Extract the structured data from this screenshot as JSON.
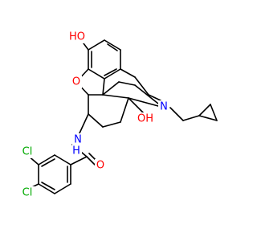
{
  "molecule": {
    "atom_labels": {
      "hydroxyl_top": "HO",
      "ether_oxygen": "O",
      "amine_nitrogen": "N",
      "hydroxyl_bridge": "OH",
      "amide_nitrogen": "N",
      "amide_hydrogen": "H",
      "carbonyl_oxygen": "O",
      "chlorine_upper": "Cl",
      "chlorine_lower": "Cl"
    },
    "colors": {
      "bond": "#000000",
      "oxygen": "#ff0000",
      "nitrogen": "#0000ff",
      "chlorine": "#00aa00"
    }
  }
}
